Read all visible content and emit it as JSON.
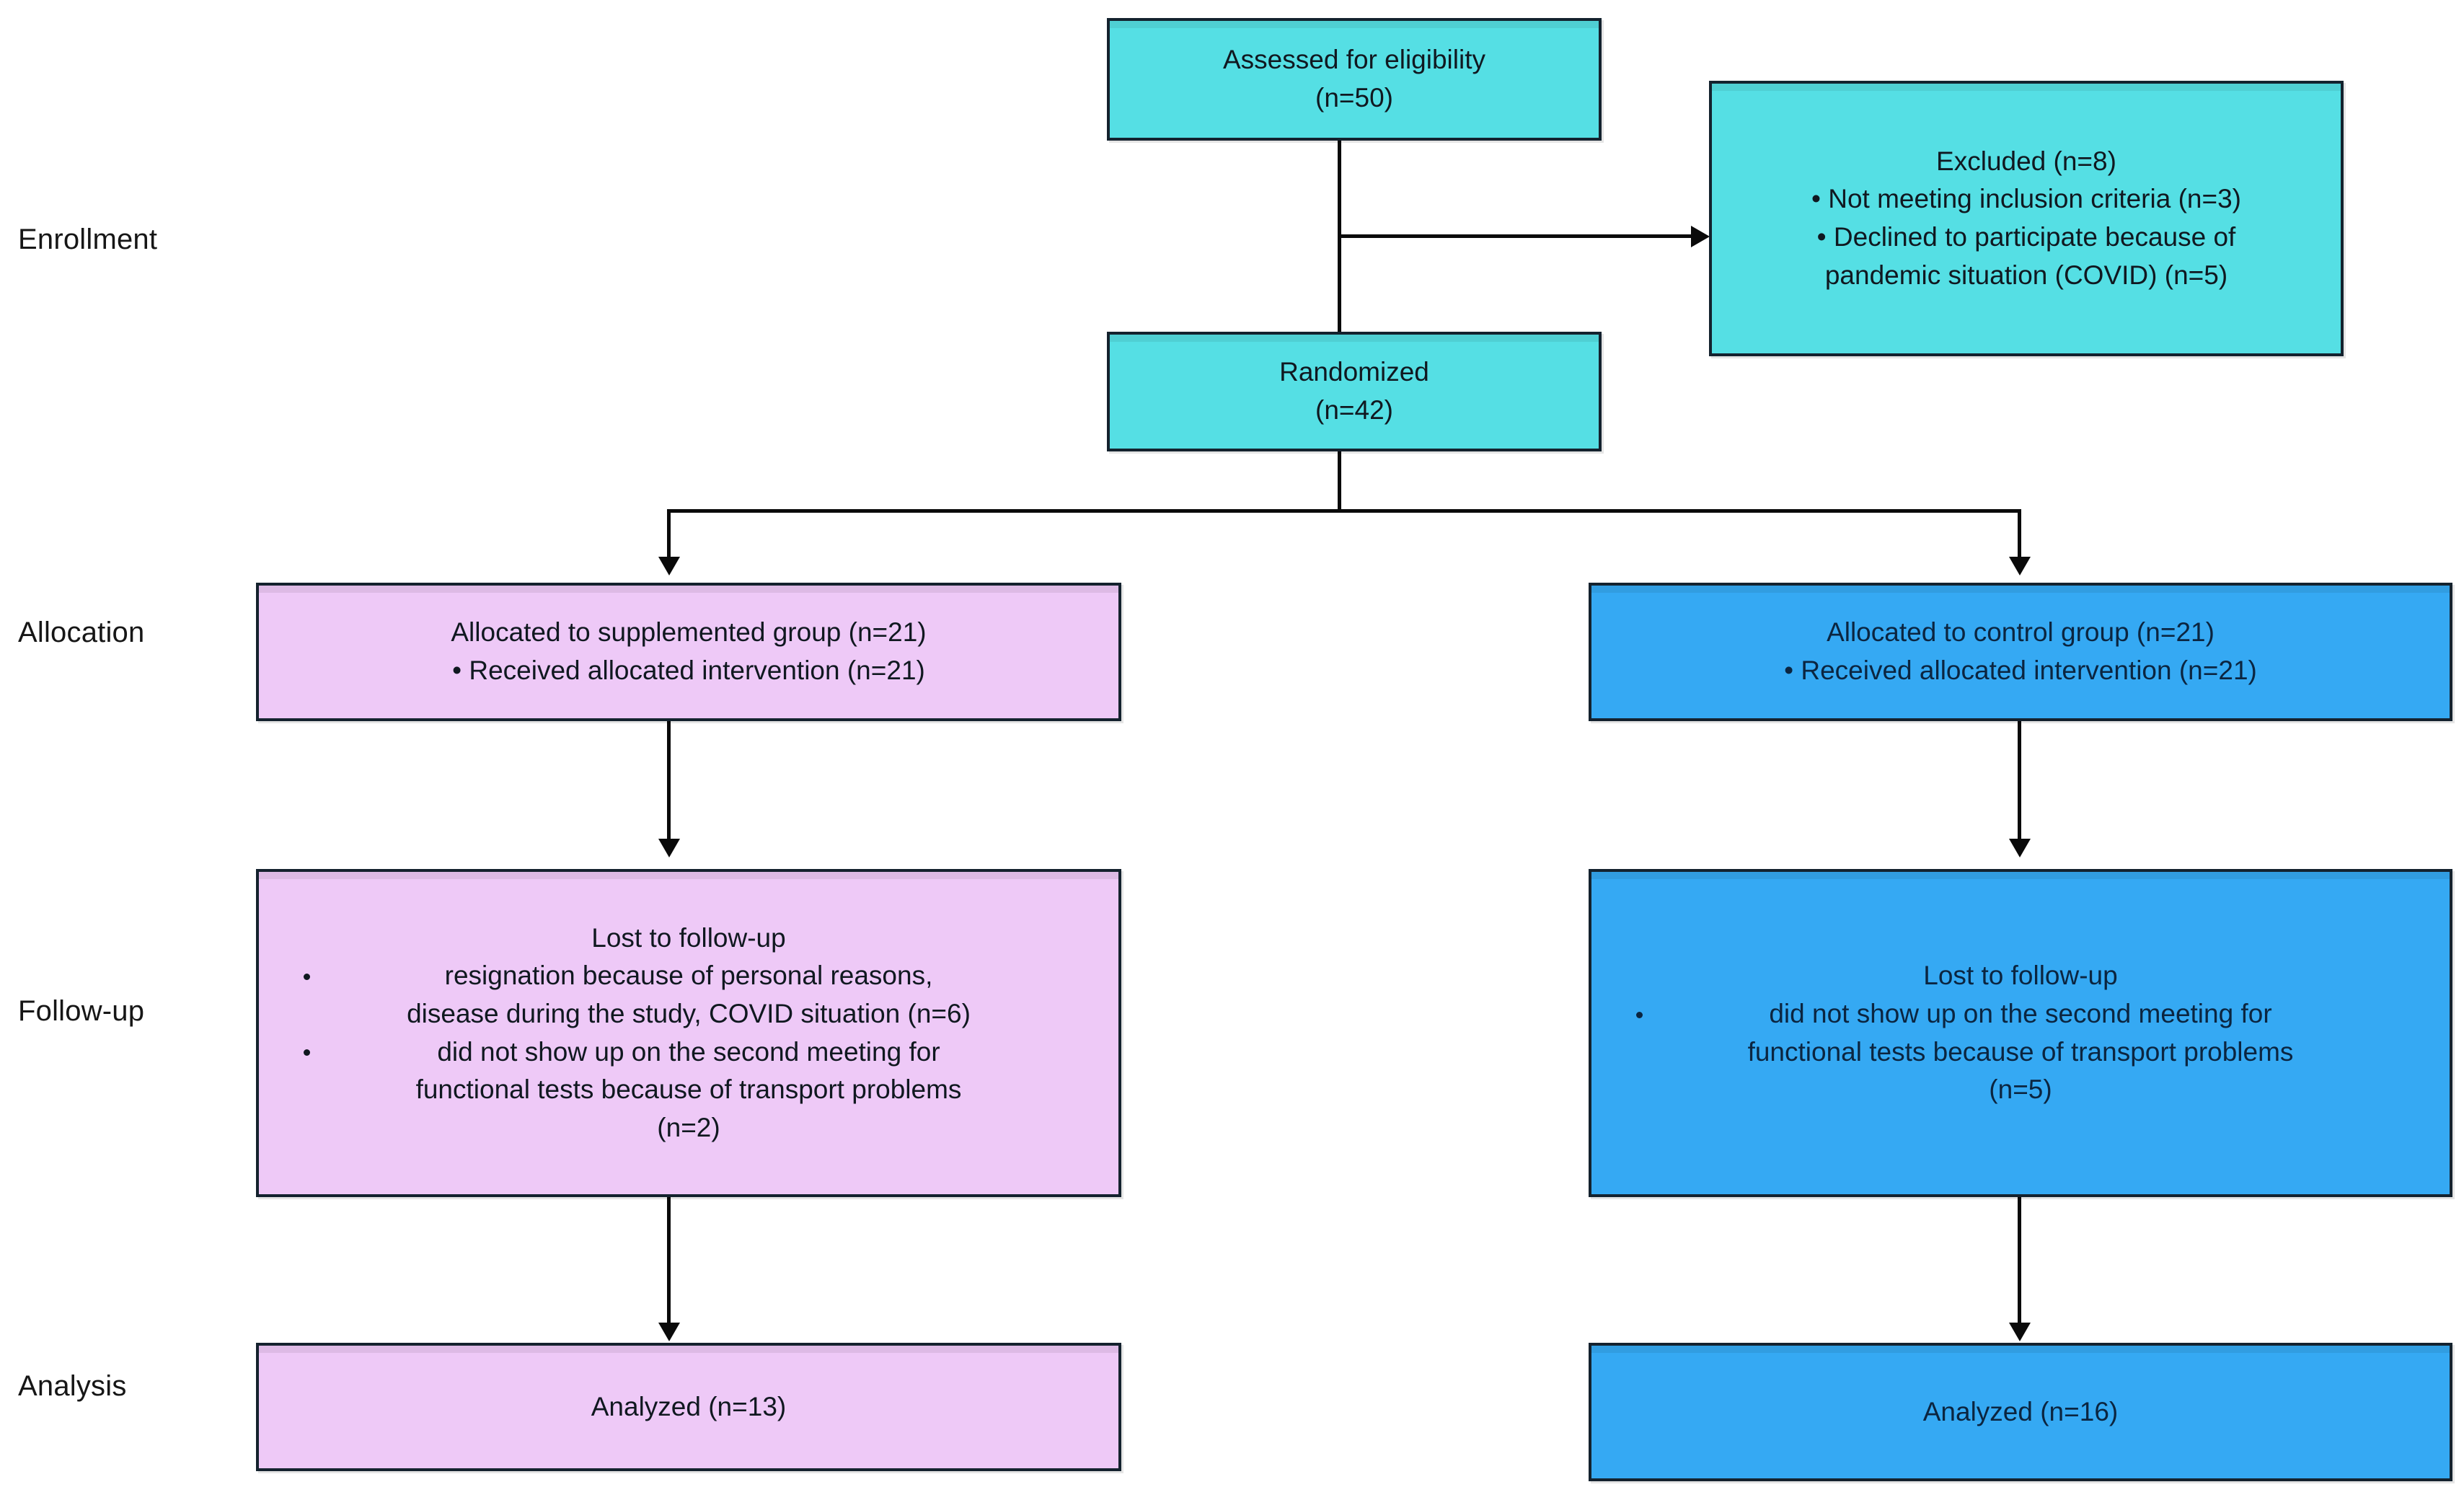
{
  "diagram": {
    "title": "CONSORT participant flow diagram",
    "colors": {
      "enrollment_fill": "#55dfe4",
      "supplemented_fill": "#eec9f7",
      "control_fill": "#35a9f3",
      "border": "#14222e",
      "connector": "#0a0a0a",
      "background": "#ffffff"
    }
  },
  "stages": [
    {
      "id": "enrollment",
      "label": "Enrollment"
    },
    {
      "id": "allocation",
      "label": "Allocation"
    },
    {
      "id": "followup",
      "label": "Follow-up"
    },
    {
      "id": "analysis",
      "label": "Analysis"
    }
  ],
  "nodes": {
    "assessed": {
      "line1": "Assessed for eligibility",
      "line2": "(n=50)"
    },
    "excluded": {
      "line1": "Excluded (n=8)",
      "bullet1": "• Not meeting inclusion criteria (n=3)",
      "bullet2": "• Declined to participate because of",
      "bullet2_cont": "pandemic situation (COVID) (n=5)"
    },
    "randomized": {
      "line1": "Randomized",
      "line2": "(n=42)"
    },
    "alloc_supplemented": {
      "line1": "Allocated to supplemented group (n=21)",
      "line2": "• Received allocated intervention (n=21)"
    },
    "alloc_control": {
      "line1": "Allocated to control group (n=21)",
      "line2": "• Received allocated intervention (n=21)"
    },
    "followup_supplemented": {
      "line1": "Lost to follow-up",
      "b1_l1": "resignation because of personal reasons,",
      "b1_l2": "disease during the study, COVID situation (n=6)",
      "b2_l1": "did not show up on the second meeting for",
      "b2_l2": "functional tests because of transport problems",
      "b2_l3": "(n=2)"
    },
    "followup_control": {
      "line1": "Lost to follow-up",
      "b1_l1": "did not show up on the second meeting for",
      "b1_l2": "functional tests because of transport problems",
      "b1_l3": "(n=5)"
    },
    "analyzed_supplemented": {
      "line1": "Analyzed (n=13)"
    },
    "analyzed_control": {
      "line1": "Analyzed (n=16)"
    }
  },
  "chart_data": {
    "type": "diagram",
    "title": "CONSORT flow diagram",
    "flow": [
      {
        "stage": "Enrollment",
        "node": "Assessed for eligibility",
        "n": 50
      },
      {
        "stage": "Enrollment",
        "node": "Excluded",
        "n": 8,
        "reasons": [
          {
            "reason": "Not meeting inclusion criteria",
            "n": 3
          },
          {
            "reason": "Declined to participate because of pandemic situation (COVID)",
            "n": 5
          }
        ]
      },
      {
        "stage": "Enrollment",
        "node": "Randomized",
        "n": 42
      },
      {
        "stage": "Allocation",
        "arm": "supplemented",
        "node": "Allocated to supplemented group",
        "n": 21,
        "received_allocated_intervention": 21
      },
      {
        "stage": "Allocation",
        "arm": "control",
        "node": "Allocated to control group",
        "n": 21,
        "received_allocated_intervention": 21
      },
      {
        "stage": "Follow-up",
        "arm": "supplemented",
        "node": "Lost to follow-up",
        "reasons": [
          {
            "reason": "resignation because of personal reasons, disease during the study, COVID situation",
            "n": 6
          },
          {
            "reason": "did not show up on the second meeting for functional tests because of transport problems",
            "n": 2
          }
        ]
      },
      {
        "stage": "Follow-up",
        "arm": "control",
        "node": "Lost to follow-up",
        "reasons": [
          {
            "reason": "did not show up on the second meeting for functional tests because of transport problems",
            "n": 5
          }
        ]
      },
      {
        "stage": "Analysis",
        "arm": "supplemented",
        "node": "Analyzed",
        "n": 13
      },
      {
        "stage": "Analysis",
        "arm": "control",
        "node": "Analyzed",
        "n": 16
      }
    ]
  }
}
